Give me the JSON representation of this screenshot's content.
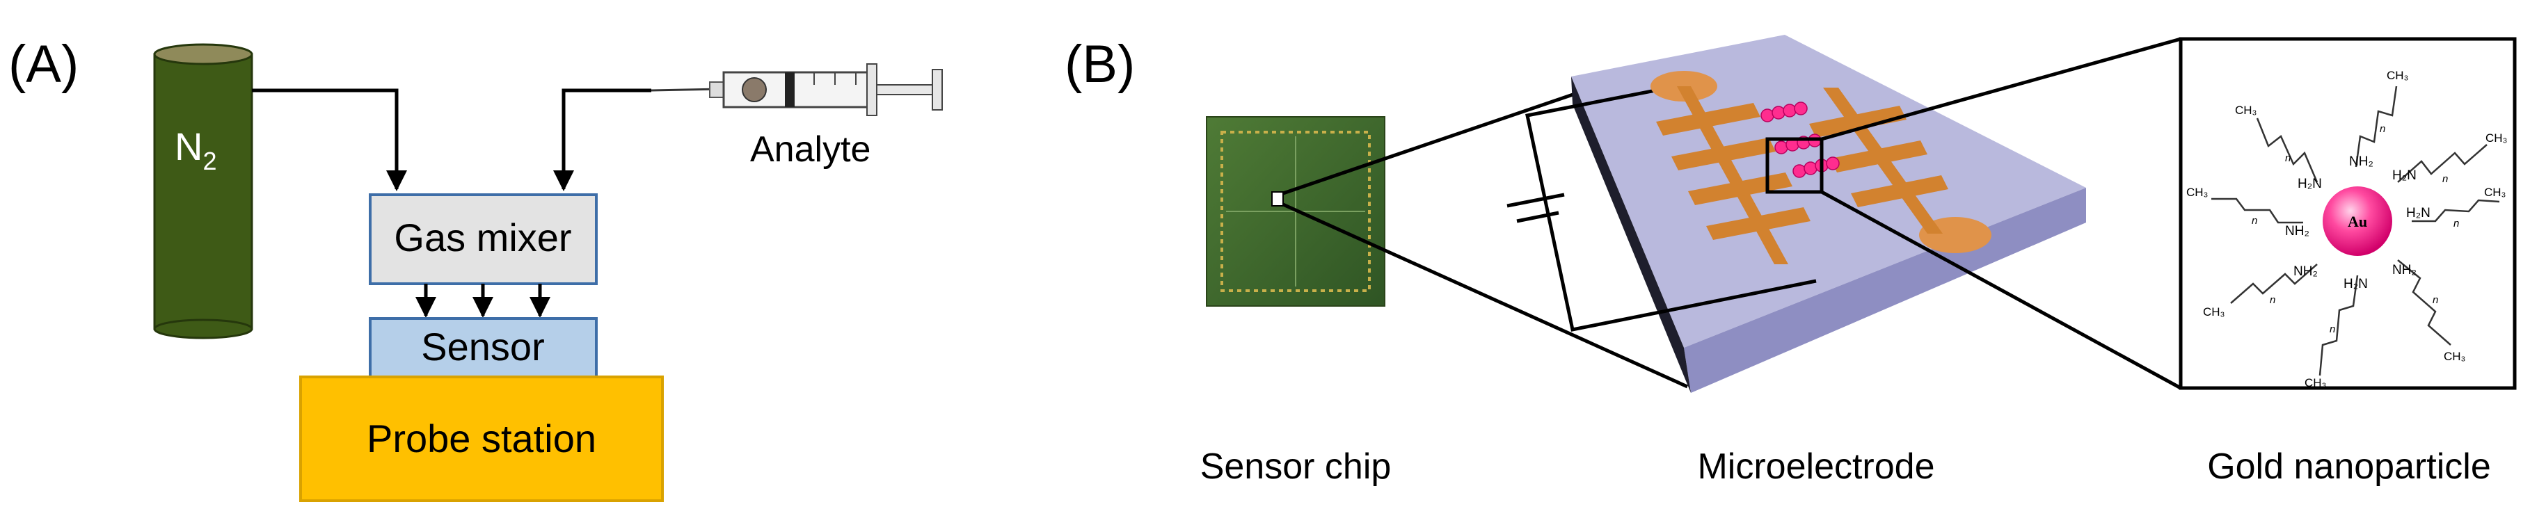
{
  "panel_a": {
    "label": "(A)",
    "cylinder_label": "N",
    "cylinder_subscript": "2",
    "syringe_label": "Analyte",
    "mixer_label": "Gas mixer",
    "sensor_label": "Sensor",
    "probe_label": "Probe station"
  },
  "panel_b": {
    "label": "(B)",
    "chip_caption": "Sensor chip",
    "electrode_caption": "Microelectrode",
    "nanoparticle_caption": "Gold nanoparticle",
    "core_label": "Au",
    "ligand_groups": [
      "H₂N",
      "NH₂",
      "H₂N",
      "H₂N",
      "NH₂",
      "H₂N",
      "NH₂",
      "NH₂"
    ],
    "terminal_group": "CH₃",
    "subscript_n": "n"
  },
  "colors": {
    "cylinder": "#3e5a16",
    "cylinder_top": "#8f8a5a",
    "mixer_fill": "#e3e3e3",
    "box_border": "#3e6ea8",
    "sensor_fill": "#b5cfe9",
    "probe_fill": "#ffc000",
    "probe_border": "#d9a200",
    "substrate_top": "#b9b9dd",
    "electrode": "#d2822f",
    "nanoparticle": "#ff2d8f",
    "chip": "#3f6b2f"
  }
}
